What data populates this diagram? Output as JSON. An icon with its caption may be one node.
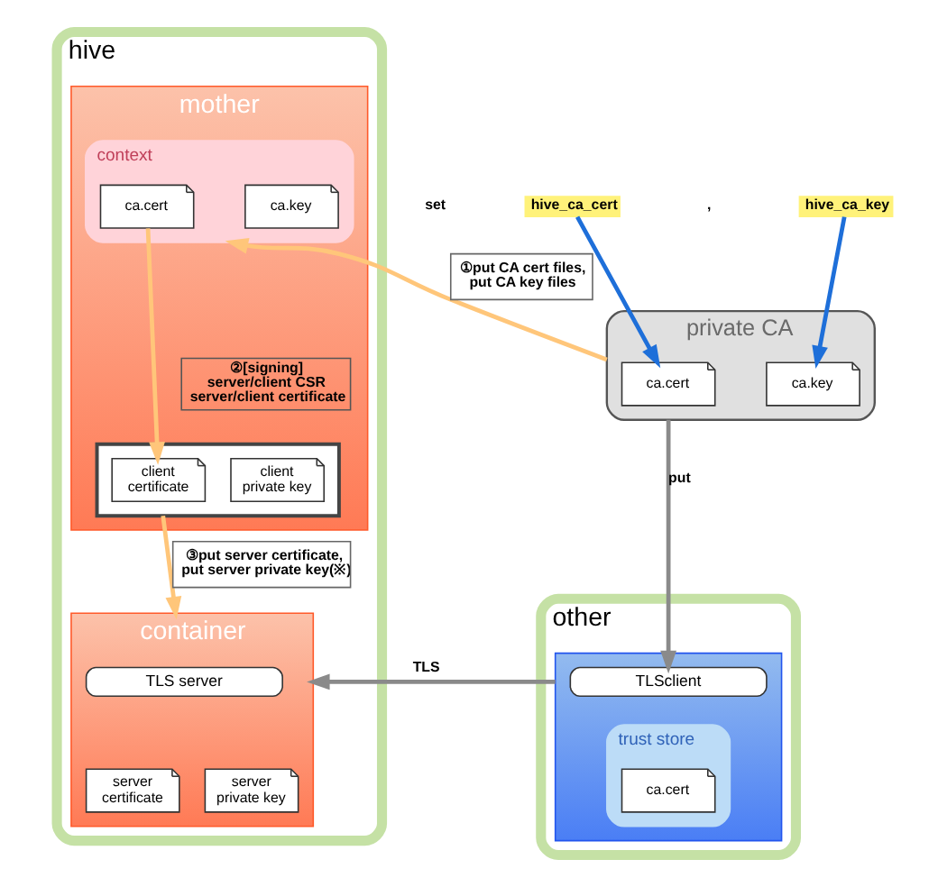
{
  "diagram": {
    "nodes": [
      {
        "text": [
          "hive"
        ]
      },
      {
        "text": [
          "mother"
        ],
        "in": 0
      },
      {
        "text": [
          "context"
        ],
        "in": 1
      },
      {
        "text": [
          "ca.cert"
        ],
        "in": 2
      },
      {
        "text": [
          "ca.key"
        ],
        "in": 2
      },
      {
        "text": [
          "②[signing]",
          "server/client CSR",
          "server/client certificate"
        ],
        "in": 1
      },
      {
        "text": [],
        "shape": "box",
        "in": 1
      },
      {
        "text": [
          "client certificate"
        ],
        "in": 6
      },
      {
        "text": [
          "client private key"
        ],
        "in": 6
      },
      {
        "text": [
          "container"
        ],
        "in": 0
      },
      {
        "text": [
          "TLS server"
        ],
        "in": 9
      },
      {
        "text": [
          "server certificate"
        ],
        "in": 9
      },
      {
        "text": [
          "server private key"
        ],
        "in": 9
      },
      {
        "text": [
          "hive_ca_cert"
        ]
      },
      {
        "text": [
          "hive_ca_key"
        ]
      },
      {
        "text": [
          "private CA"
        ]
      },
      {
        "text": [
          "ca.cert"
        ],
        "in": 15
      },
      {
        "text": [
          "ca.key"
        ],
        "in": 15
      },
      {
        "text": [
          "other"
        ]
      },
      {
        "text": [],
        "shape": "box",
        "in": 18
      },
      {
        "text": [
          "TLSclient"
        ],
        "in": 19
      },
      {
        "text": [
          "trust store"
        ],
        "in": 19
      },
      {
        "text": [
          "ca.cert"
        ],
        "in": 21
      }
    ],
    "edges": [
      {
        "from": 13,
        "to": 16,
        "arrow": "to",
        "color": "#1e6fd9"
      },
      {
        "from": 14,
        "to": 17,
        "arrow": "to",
        "color": "#1e6fd9"
      },
      {
        "from": 15,
        "to": 2,
        "arrow": "to",
        "label": "①put CA cert files, put CA key files",
        "color": "#ffc67a"
      },
      {
        "from": 3,
        "to": 7,
        "arrow": "to",
        "color": "#ffc67a"
      },
      {
        "from": 6,
        "to": 9,
        "arrow": "to",
        "label": "③put server certificate, put server private key(※)",
        "color": "#ffc67a"
      },
      {
        "from": 15,
        "to": 20,
        "arrow": "to",
        "label": "put",
        "color": "#8a8a8a"
      },
      {
        "from": 19,
        "to": 9,
        "arrow": "to",
        "label": "TLS",
        "color": "#8a8a8a"
      }
    ],
    "labels": [
      "set",
      ","
    ]
  }
}
